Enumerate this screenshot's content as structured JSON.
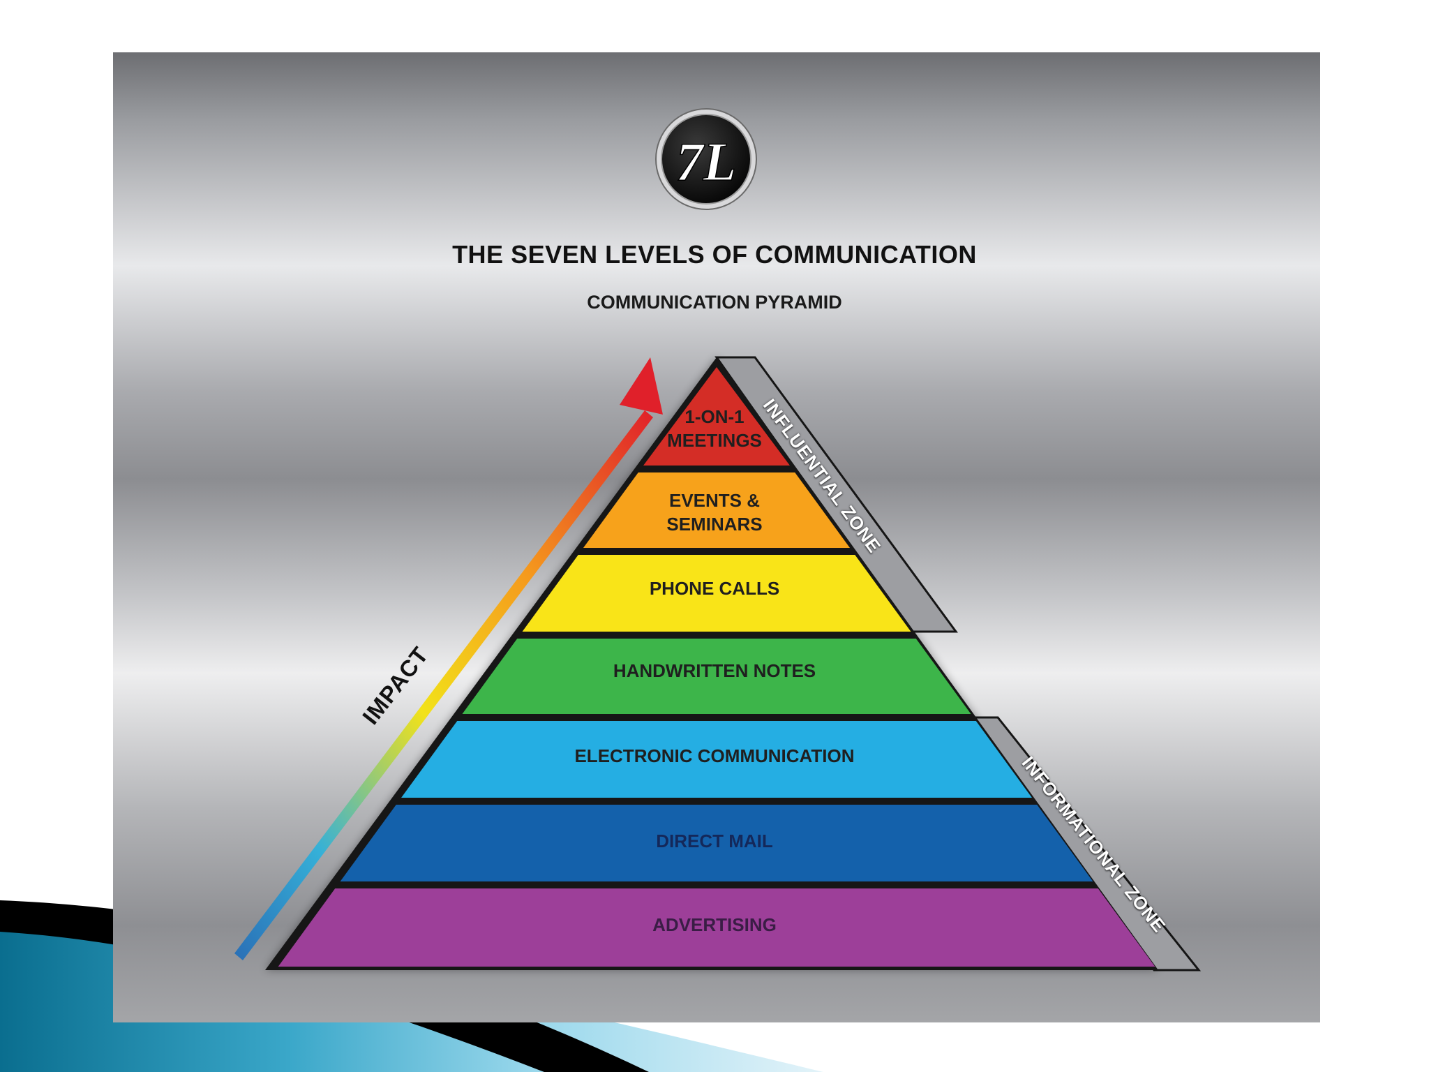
{
  "logo": {
    "text": "7L"
  },
  "diagram": {
    "title": "THE SEVEN LEVELS OF COMMUNICATION",
    "subtitle": "COMMUNICATION PYRAMID",
    "axis_label": "IMPACT",
    "levels": [
      {
        "label": "1-ON-1\nMEETINGS",
        "color": "#d42d26"
      },
      {
        "label": "EVENTS &\nSEMINARS",
        "color": "#f7a21b"
      },
      {
        "label": "PHONE CALLS",
        "color": "#f9e418"
      },
      {
        "label": "HANDWRITTEN NOTES",
        "color": "#3db54a"
      },
      {
        "label": "ELECTRONIC COMMUNICATION",
        "color": "#25aee3"
      },
      {
        "label": "DIRECT MAIL",
        "color": "#1461ab"
      },
      {
        "label": "ADVERTISING",
        "color": "#9d3f99"
      }
    ],
    "zones": [
      {
        "label": "INFLUENTIAL ZONE"
      },
      {
        "label": "INFORMATIONAL ZONE"
      }
    ]
  },
  "colors": {
    "slide_accent_dark": "#0a6e8f",
    "slide_accent_light": "#7cd0ea",
    "arrow_start": "#2a9fd6",
    "arrow_end": "#e0202a"
  }
}
